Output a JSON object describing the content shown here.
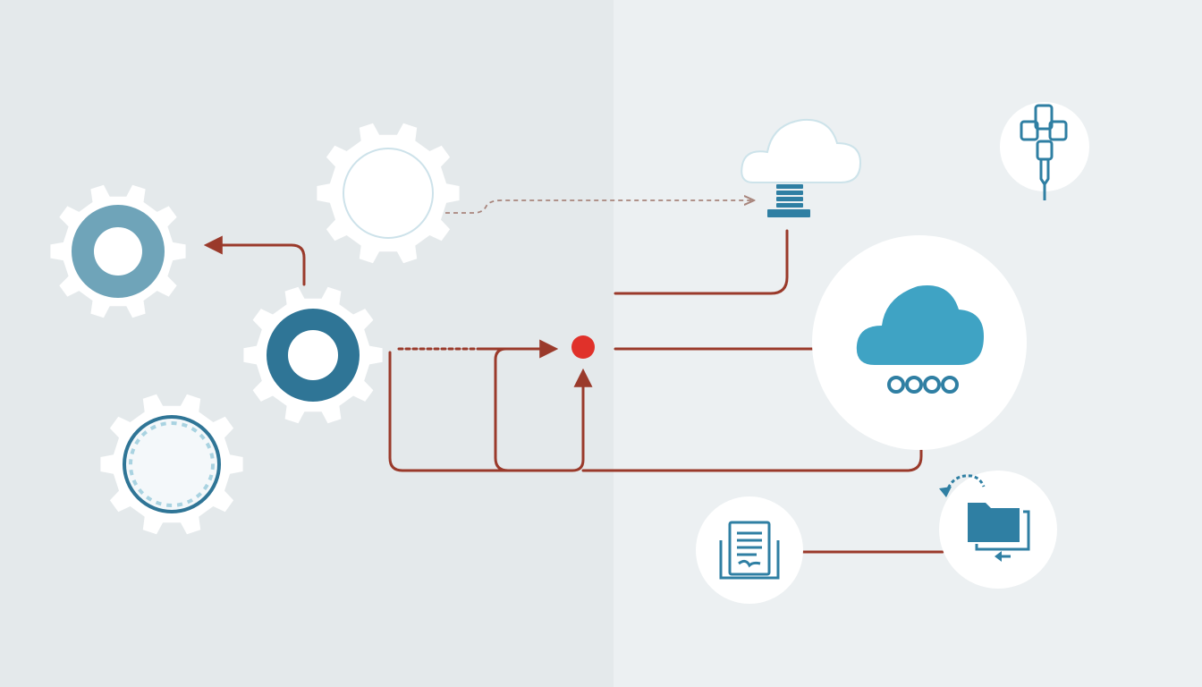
{
  "diagram": {
    "labels": [],
    "colors": {
      "background_left": "#e4e9eb",
      "background_right": "#ecf0f2",
      "gear_fill": "#ffffff",
      "gear_ring_light": "#6fa4b9",
      "gear_ring_dark": "#2f7596",
      "connector": "#9a3a2b",
      "dashed_connector": "#a8857c",
      "junction_dot": "#e0312a",
      "cloud_blue": "#3fa3c4",
      "icon_blue": "#2f7fa3",
      "circle_fill": "#ffffff"
    },
    "nodes": [
      {
        "id": "gear-large-left",
        "icon": "gear-icon"
      },
      {
        "id": "gear-outline-top",
        "icon": "gear-icon"
      },
      {
        "id": "gear-center",
        "icon": "gear-icon"
      },
      {
        "id": "gear-bottom-left",
        "icon": "gear-icon"
      },
      {
        "id": "cloud-server-top",
        "icon": "cloud-server-icon"
      },
      {
        "id": "plug-circle",
        "icon": "plug-icon"
      },
      {
        "id": "cloud-network-circle",
        "icon": "cloud-network-icon"
      },
      {
        "id": "document-circle",
        "icon": "document-icon"
      },
      {
        "id": "folder-sync-circle",
        "icon": "folder-sync-icon"
      },
      {
        "id": "junction",
        "icon": "junction-dot"
      }
    ]
  }
}
